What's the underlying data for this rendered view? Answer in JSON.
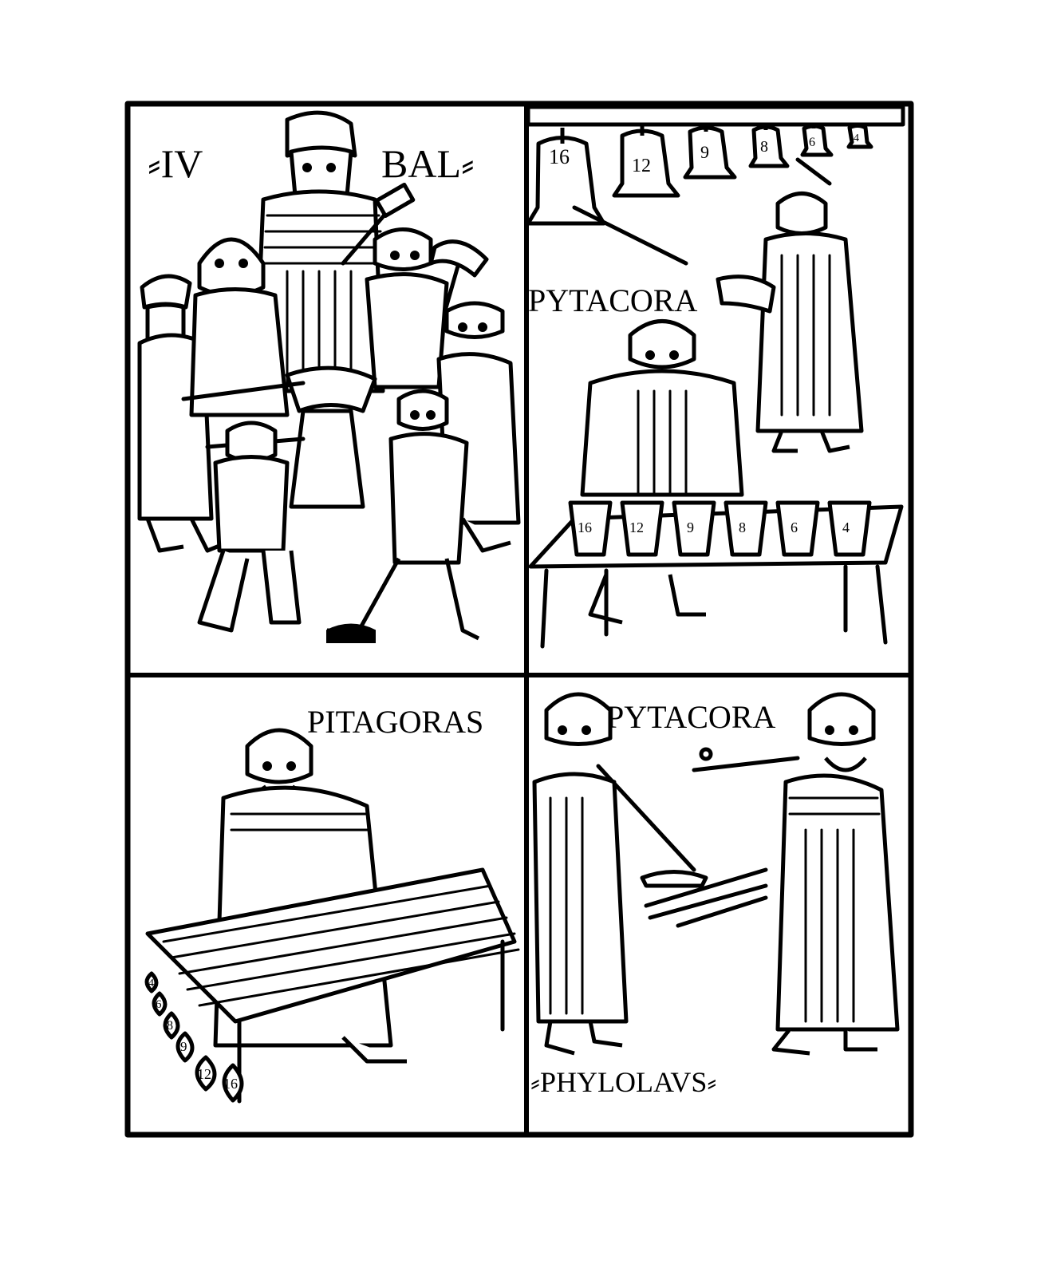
{
  "panels": {
    "top_left": {
      "label_left": "⸗IV",
      "label_right": "BAL⸗"
    },
    "top_right": {
      "label": "PYTACORA",
      "bell_numbers": [
        "16",
        "12",
        "9",
        "8",
        "6",
        "4"
      ],
      "cup_numbers": [
        "16",
        "12",
        "9",
        "8",
        "6",
        "4"
      ]
    },
    "bottom_left": {
      "label": "PITAGORAS",
      "weight_numbers": [
        "4",
        "6",
        "8",
        "9",
        "12",
        "16"
      ]
    },
    "bottom_right": {
      "label_top": "PYTACORA",
      "label_bottom": "⸗PHYLOLAVS⸗"
    }
  }
}
